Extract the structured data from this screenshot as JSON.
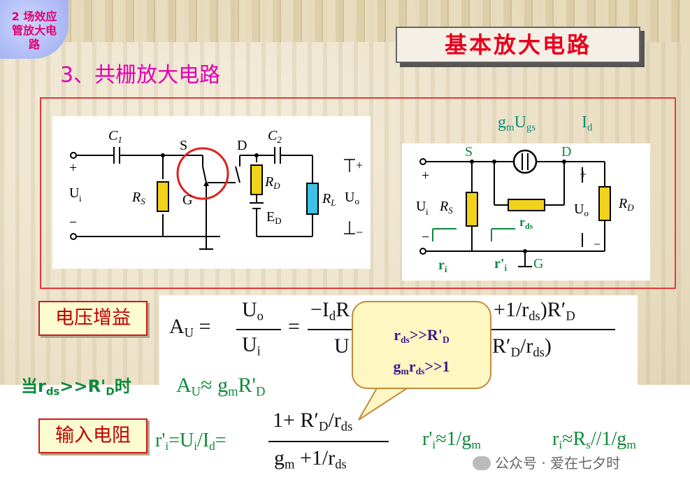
{
  "badge": {
    "line1": "2 场效应",
    "line2": "管放大电",
    "line3": "路"
  },
  "title": "基本放大电路",
  "heading": "3、共栅放大电路",
  "circuit1": {
    "c1": "C",
    "c1_sub": "1",
    "c2": "C",
    "c2_sub": "2",
    "s": "S",
    "d": "D",
    "g": "G",
    "ui": "U",
    "ui_sub": "i",
    "plus": "+",
    "minus": "−",
    "rs": "R",
    "rs_sub": "S",
    "rd": "R",
    "rd_sub": "D",
    "ed": "E",
    "ed_sub": "D",
    "rl": "R",
    "rl_sub": "L",
    "uo": "U",
    "uo_sub": "o",
    "uo_plus": "+",
    "uo_minus": "−"
  },
  "circuit2": {
    "gm": "g",
    "gm_sub": "m",
    "ugs": "U",
    "ugs_sub": "gs",
    "id": "I",
    "id_sub": "d",
    "s": "S",
    "d": "D",
    "g": "G",
    "ui": "U",
    "ui_sub": "i",
    "rs": "R",
    "rs_sub": "S",
    "rds": "r",
    "rds_sub": "ds",
    "uo": "U",
    "uo_sub": "o",
    "rdp": "R",
    "rdp_sub": "D",
    "rdp_prime": "′",
    "ri": "r",
    "ri_sub": "i",
    "rip": "r'",
    "rip_sub": "i",
    "plus": "+",
    "minus": "−"
  },
  "gain_label": "电压增益",
  "input_label": "输入电阻",
  "gain_eq": {
    "au": "A",
    "au_sub": "U",
    "eq": "=",
    "num1": "U",
    "num1_sub": "o",
    "den1": "U",
    "den1_sub": "i",
    "num2_left": "−I",
    "num2_left_sub": "d",
    "num2_left_tail": "R",
    "num2_right": "+1/r",
    "num2_right_sub": "ds",
    "num2_right_tail": ")R′",
    "num2_right_tail_sub": "D",
    "den2_left": "U",
    "den2_right": "R′",
    "den2_right_sub": "D",
    "den2_right_tail": "/r",
    "den2_right_tail_sub": "ds",
    "den2_close": ")"
  },
  "callout": {
    "line1": "r",
    "line1_sub": "ds",
    "line1_tail": ">>R'",
    "line1_tail_sub": "D",
    "line2": "g",
    "line2_sub": "m",
    "line2_mid": "r",
    "line2_mid_sub": "ds",
    "line2_tail": ">>1"
  },
  "approx": {
    "when": "当r",
    "when_sub": "ds",
    "when_tail": ">>R'",
    "when_tail_sub": "D",
    "when_end": "时",
    "expr": "A",
    "expr_sub": "U",
    "expr_tail": "≈ g",
    "expr_tail_sub": "m",
    "expr_end": "R'",
    "expr_end_sub": "D"
  },
  "input_eq": {
    "lhs": "r'",
    "lhs_sub": "i",
    "lhs_tail": "=U",
    "lhs_tail_sub": "i",
    "lhs_tail2": "/I",
    "lhs_tail2_sub": "d",
    "eqsign": "=",
    "num": "1+ R′",
    "num_sub": "D",
    "num_tail": "/r",
    "num_tail_sub": "ds",
    "den": "g",
    "den_sub": "m",
    "den_tail": " +1/r",
    "den_tail_sub": "ds",
    "approx1": "r'",
    "approx1_sub": "i",
    "approx1_tail": "≈1/g",
    "approx1_tail_sub": "m",
    "approx2": "r",
    "approx2_sub": "i",
    "approx2_tail": "≈R",
    "approx2_tail_sub": "s",
    "approx2_end": "//1/g",
    "approx2_end_sub": "m"
  },
  "watermark": "公众号 · 爱在七夕时",
  "colors": {
    "title_red": "#e8001c",
    "heading_magenta": "#e000b4",
    "green": "#0b8a3a",
    "resistor_yellow": "#f2d21b",
    "rl_cyan": "#3fc1e6"
  }
}
